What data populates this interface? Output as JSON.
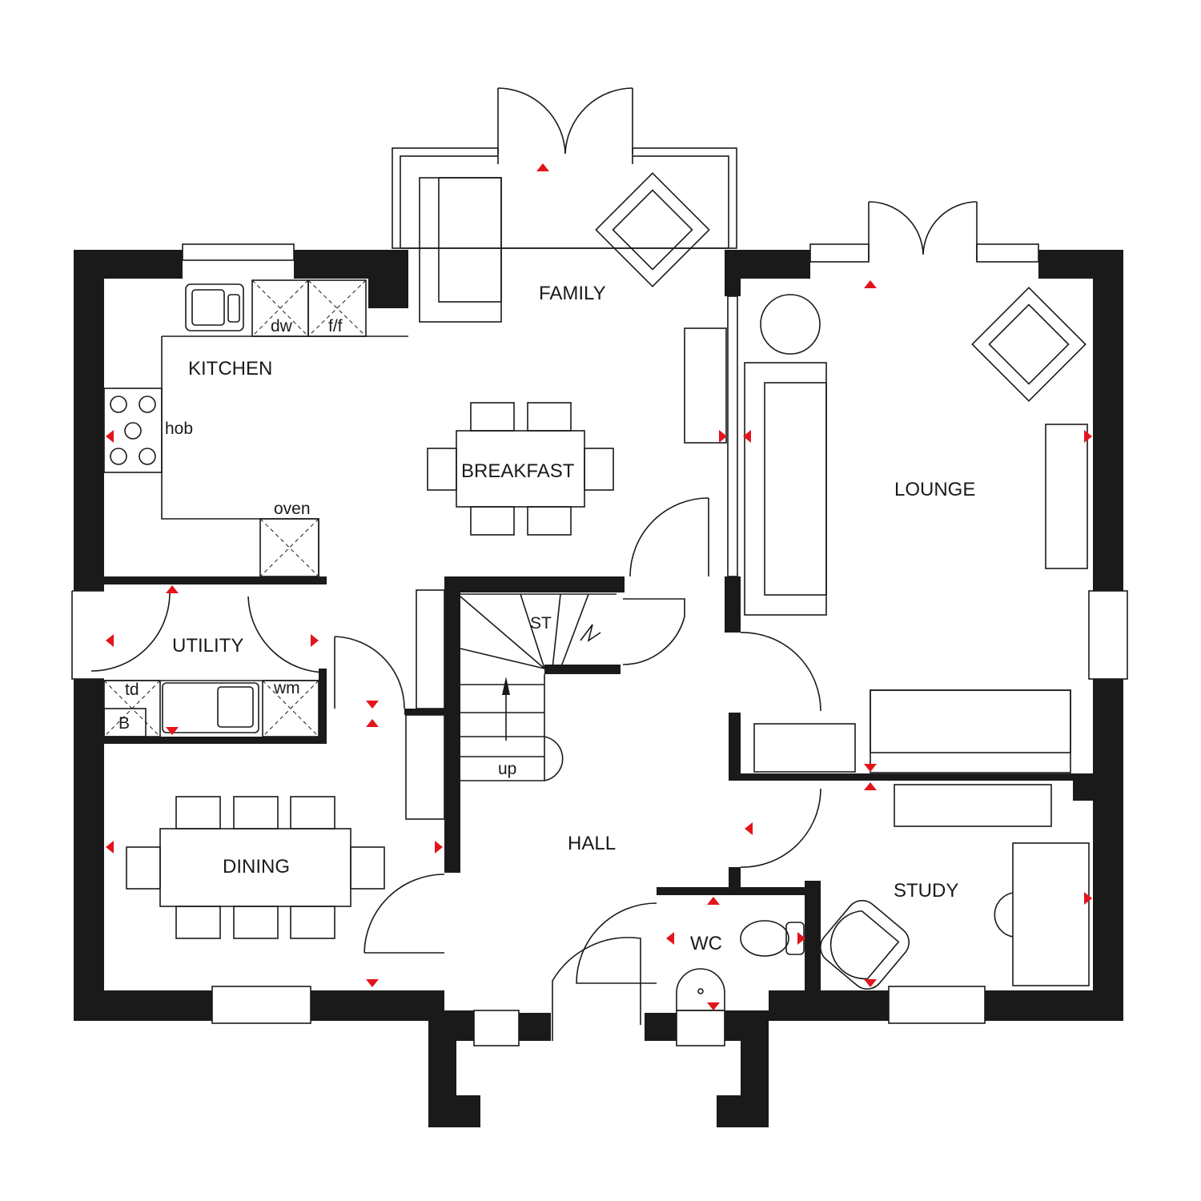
{
  "rooms": {
    "family": "FAMILY",
    "kitchen": "KITCHEN",
    "breakfast": "BREAKFAST",
    "lounge": "LOUNGE",
    "utility": "UTILITY",
    "dining": "DINING",
    "hall": "HALL",
    "study": "STUDY",
    "wc": "WC"
  },
  "fixtures": {
    "dishwasher": "dw",
    "fridge_freezer": "f/f",
    "hob": "hob",
    "oven": "oven",
    "tumble_dryer": "td",
    "washing_machine": "wm",
    "boiler": "B",
    "store": "ST",
    "stairs": "up"
  },
  "colors": {
    "wall": "#1a1a1a",
    "marker": "#e3141b"
  }
}
